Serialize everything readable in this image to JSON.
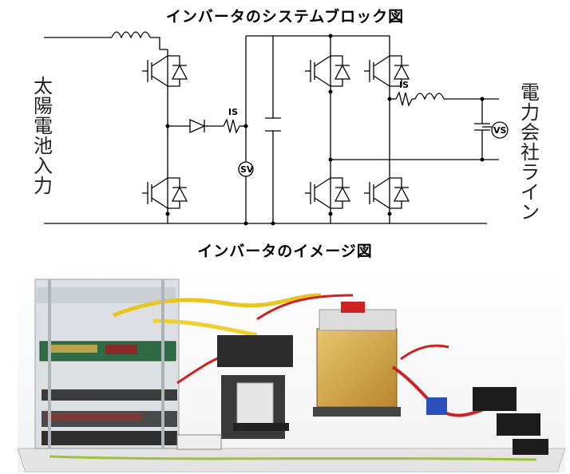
{
  "titles": {
    "block_diagram": "インバータのシステムブロック図",
    "image": "インバータのイメージ図"
  },
  "labels": {
    "solar_input": "太陽電池入力",
    "grid_line": "電力会社ライン",
    "current_sensor_1": "IS",
    "current_sensor_2": "IS",
    "voltage_meter_dc": "SV",
    "voltage_meter_grid": "VS"
  },
  "photo": {
    "description_icon": "inverter-hardware-photo"
  }
}
